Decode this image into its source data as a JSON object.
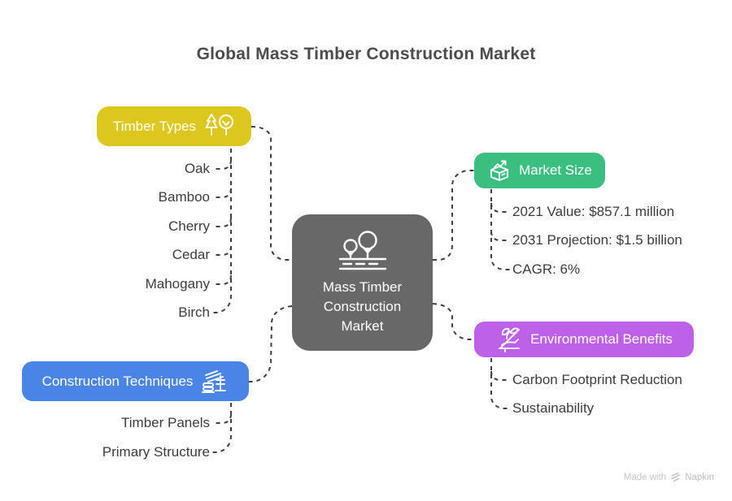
{
  "title": "Global Mass Timber Construction Market",
  "central": {
    "icon": "forest-ground-icon",
    "color": "#696868",
    "label_lines": [
      "Mass Timber",
      "Construction",
      "Market"
    ]
  },
  "branches": [
    {
      "id": "timber-types",
      "label": "Timber Types",
      "color": "#dcc71e",
      "icon": "trees-icon",
      "items": [
        "Oak",
        "Bamboo",
        "Cherry",
        "Cedar",
        "Mahogany",
        "Birch"
      ]
    },
    {
      "id": "market-size",
      "label": "Market Size",
      "color": "#3bbf81",
      "icon": "growth-box-icon",
      "items": [
        "2021 Value: $857.1 million",
        "2031 Projection: $1.5 billion",
        "CAGR: 6%"
      ]
    },
    {
      "id": "environmental-benefits",
      "label": "Environmental Benefits",
      "color": "#bd61e8",
      "icon": "seedling-hand-icon",
      "items": [
        "Carbon Footprint Reduction",
        "Sustainability"
      ]
    },
    {
      "id": "construction-techniques",
      "label": "Construction Techniques",
      "color": "#4a84e4",
      "icon": "timber-stack-icon",
      "items": [
        "Timber Panels",
        "Primary Structure"
      ]
    }
  ],
  "watermark": {
    "prefix": "Made with",
    "brand": "Napkin"
  }
}
